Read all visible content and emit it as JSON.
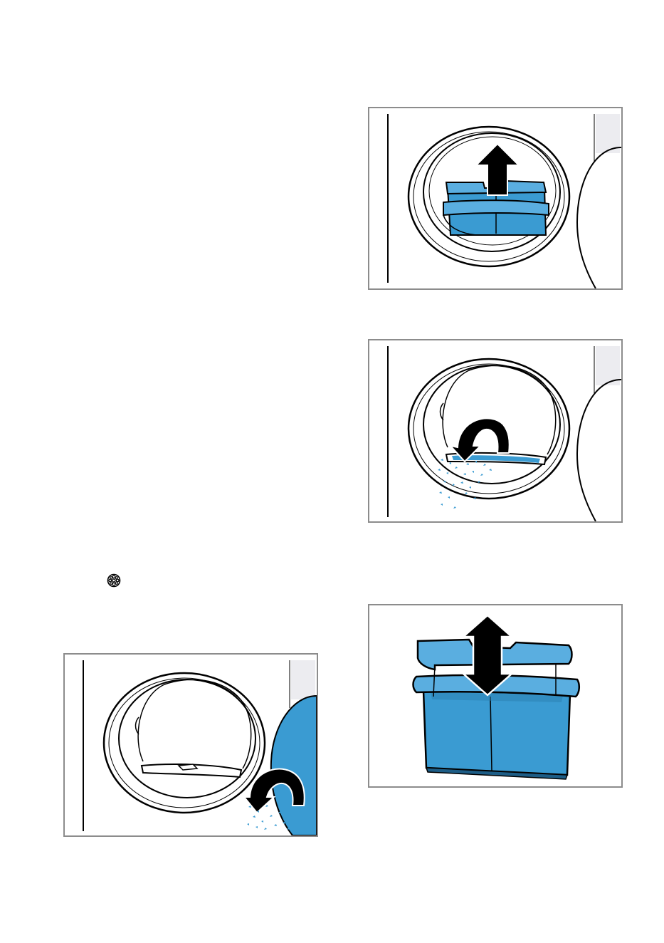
{
  "page": {
    "background": "#ffffff",
    "figure_border_color": "#8c8c8c"
  },
  "colors": {
    "filter_blue": "#3a9bd2",
    "filter_blue_light": "#5aaee0",
    "line": "#000000",
    "panel_gray": "#ececf0"
  },
  "figures": [
    {
      "id": "filter-lift-out",
      "icons": [
        "dryer-door-icon",
        "lint-filter-icon",
        "arrow-up-icon"
      ]
    },
    {
      "id": "filter-housing-empty",
      "icons": [
        "dryer-door-icon",
        "filter-slot-icon",
        "curved-arrow-icon",
        "lint-particles-icon"
      ]
    },
    {
      "id": "door-seal-clean",
      "icons": [
        "dryer-door-icon",
        "curved-arrow-icon",
        "lint-particles-icon"
      ]
    },
    {
      "id": "filter-open-close",
      "icons": [
        "lint-filter-icon",
        "double-arrow-icon"
      ]
    }
  ],
  "symbols": [
    {
      "name": "filter-symbol-icon"
    }
  ]
}
